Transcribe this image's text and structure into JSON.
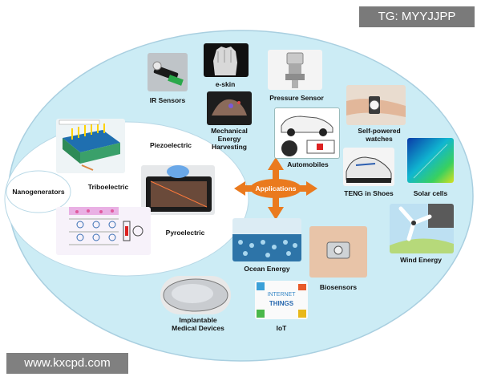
{
  "watermarks": {
    "top": "TG: MYYJJPP",
    "bottom": "www.kxcpd.com"
  },
  "center": "Applications",
  "left_group": {
    "main": "Nanogenerators",
    "types": [
      "Piezoelectric",
      "Triboelectric",
      "Pyroelectric"
    ]
  },
  "applications": [
    "IR Sensors",
    "e-skin",
    "Pressure Sensor",
    "Mechanical Energy Harvesting",
    "Automobiles",
    "Self-powered watches",
    "TENG in Shoes",
    "Solar cells",
    "Wind Energy",
    "Ocean Energy",
    "Biosensors",
    "Implantable Medical Devices",
    "IoT"
  ],
  "iot_words": [
    "INTERNET",
    "THINGS"
  ],
  "colors": {
    "outer_ellipse": "#ccecf5",
    "inner_ellipse": "#ffffff",
    "arrow": "#ea7a1e",
    "outline": "#a9cfe0"
  }
}
